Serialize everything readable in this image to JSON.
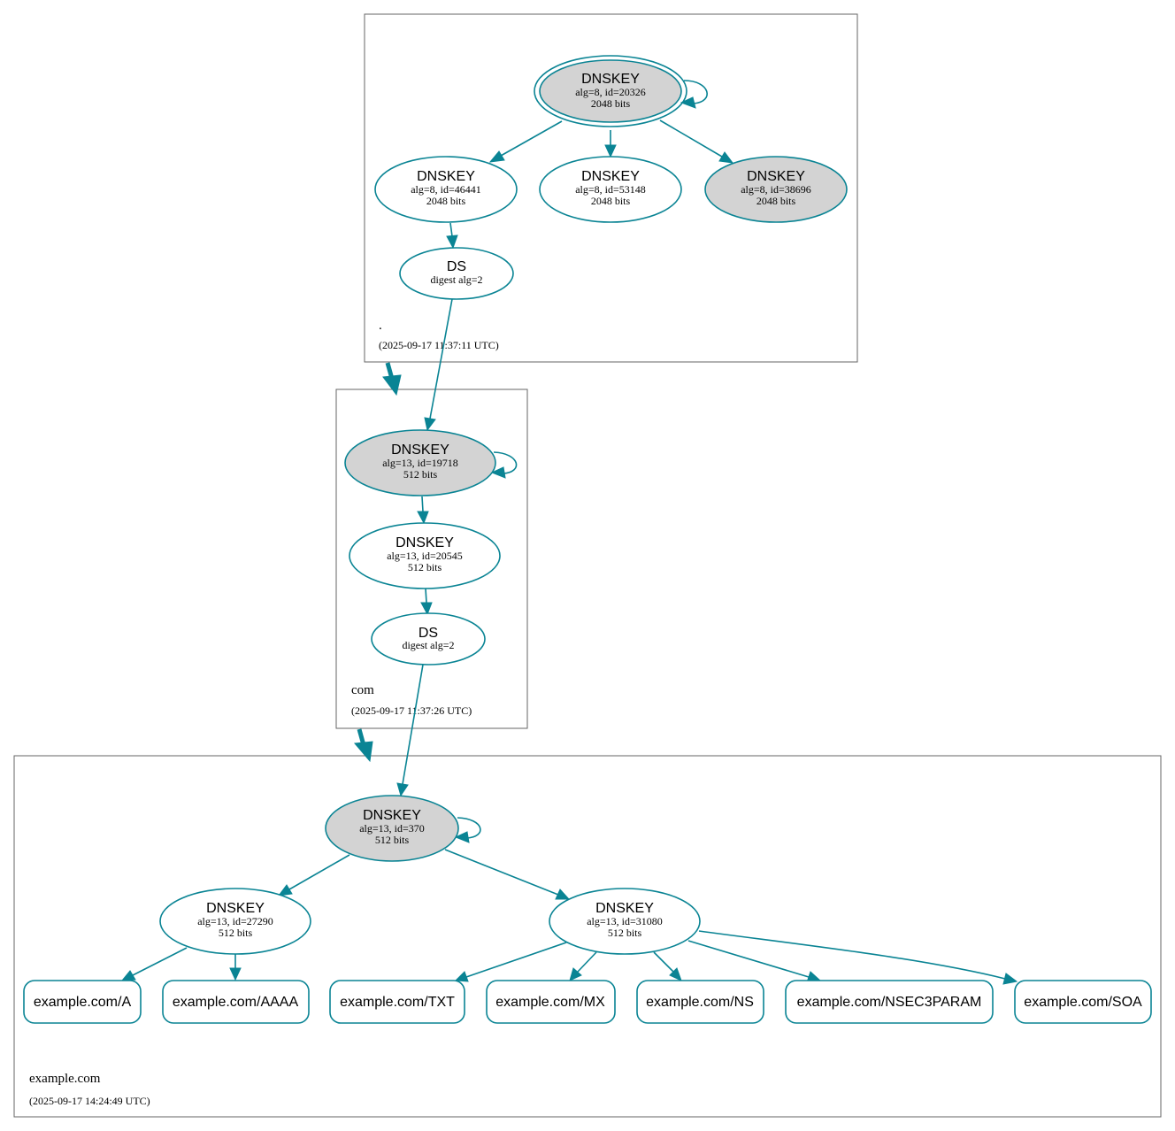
{
  "colors": {
    "edge": "#0a8494",
    "trusted_fill": "#d3d3d3",
    "plain_fill": "#ffffff",
    "border": "#666666"
  },
  "zones": [
    {
      "id": "root",
      "name": ".",
      "timestamp": "(2025-09-17 11:37:11 UTC)"
    },
    {
      "id": "com",
      "name": "com",
      "timestamp": "(2025-09-17 11:37:26 UTC)"
    },
    {
      "id": "example",
      "name": "example.com",
      "timestamp": "(2025-09-17 14:24:49 UTC)"
    }
  ],
  "nodes": [
    {
      "id": "root-ksk",
      "title": "DNSKEY",
      "detail": "alg=8, id=20326",
      "size": "2048 bits",
      "trusted": true,
      "trust_anchor": true
    },
    {
      "id": "root-zsk-46441",
      "title": "DNSKEY",
      "detail": "alg=8, id=46441",
      "size": "2048 bits",
      "trusted": false
    },
    {
      "id": "root-key-53148",
      "title": "DNSKEY",
      "detail": "alg=8, id=53148",
      "size": "2048 bits",
      "trusted": false
    },
    {
      "id": "root-key-38696",
      "title": "DNSKEY",
      "detail": "alg=8, id=38696",
      "size": "2048 bits",
      "trusted": true
    },
    {
      "id": "root-ds",
      "title": "DS",
      "detail": "digest alg=2",
      "trusted": false
    },
    {
      "id": "com-ksk",
      "title": "DNSKEY",
      "detail": "alg=13, id=19718",
      "size": "512 bits",
      "trusted": true
    },
    {
      "id": "com-zsk",
      "title": "DNSKEY",
      "detail": "alg=13, id=20545",
      "size": "512 bits",
      "trusted": false
    },
    {
      "id": "com-ds",
      "title": "DS",
      "detail": "digest alg=2",
      "trusted": false
    },
    {
      "id": "ex-ksk",
      "title": "DNSKEY",
      "detail": "alg=13, id=370",
      "size": "512 bits",
      "trusted": true
    },
    {
      "id": "ex-zsk-27290",
      "title": "DNSKEY",
      "detail": "alg=13, id=27290",
      "size": "512 bits",
      "trusted": false
    },
    {
      "id": "ex-zsk-31080",
      "title": "DNSKEY",
      "detail": "alg=13, id=31080",
      "size": "512 bits",
      "trusted": false
    }
  ],
  "rrsets": [
    {
      "id": "rr-a",
      "label": "example.com/A"
    },
    {
      "id": "rr-aaaa",
      "label": "example.com/AAAA"
    },
    {
      "id": "rr-txt",
      "label": "example.com/TXT"
    },
    {
      "id": "rr-mx",
      "label": "example.com/MX"
    },
    {
      "id": "rr-ns",
      "label": "example.com/NS"
    },
    {
      "id": "rr-nsec3param",
      "label": "example.com/NSEC3PARAM"
    },
    {
      "id": "rr-soa",
      "label": "example.com/SOA"
    }
  ],
  "edges": [
    {
      "from": "root-ksk",
      "to": "root-zsk-46441"
    },
    {
      "from": "root-ksk",
      "to": "root-key-53148"
    },
    {
      "from": "root-ksk",
      "to": "root-key-38696"
    },
    {
      "from": "root-zsk-46441",
      "to": "root-ds"
    },
    {
      "from": "root-ds",
      "to": "com-ksk"
    },
    {
      "from": "com-ksk",
      "to": "com-zsk"
    },
    {
      "from": "com-zsk",
      "to": "com-ds"
    },
    {
      "from": "com-ds",
      "to": "ex-ksk"
    },
    {
      "from": "ex-ksk",
      "to": "ex-zsk-27290"
    },
    {
      "from": "ex-ksk",
      "to": "ex-zsk-31080"
    },
    {
      "from": "ex-zsk-27290",
      "to": "rr-a"
    },
    {
      "from": "ex-zsk-27290",
      "to": "rr-aaaa"
    },
    {
      "from": "ex-zsk-31080",
      "to": "rr-txt"
    },
    {
      "from": "ex-zsk-31080",
      "to": "rr-mx"
    },
    {
      "from": "ex-zsk-31080",
      "to": "rr-ns"
    },
    {
      "from": "ex-zsk-31080",
      "to": "rr-nsec3param"
    },
    {
      "from": "ex-zsk-31080",
      "to": "rr-soa"
    }
  ],
  "self_loops": [
    "root-ksk",
    "com-ksk",
    "ex-ksk"
  ],
  "delegations": [
    {
      "from": "root",
      "to": "com"
    },
    {
      "from": "com",
      "to": "example"
    }
  ]
}
